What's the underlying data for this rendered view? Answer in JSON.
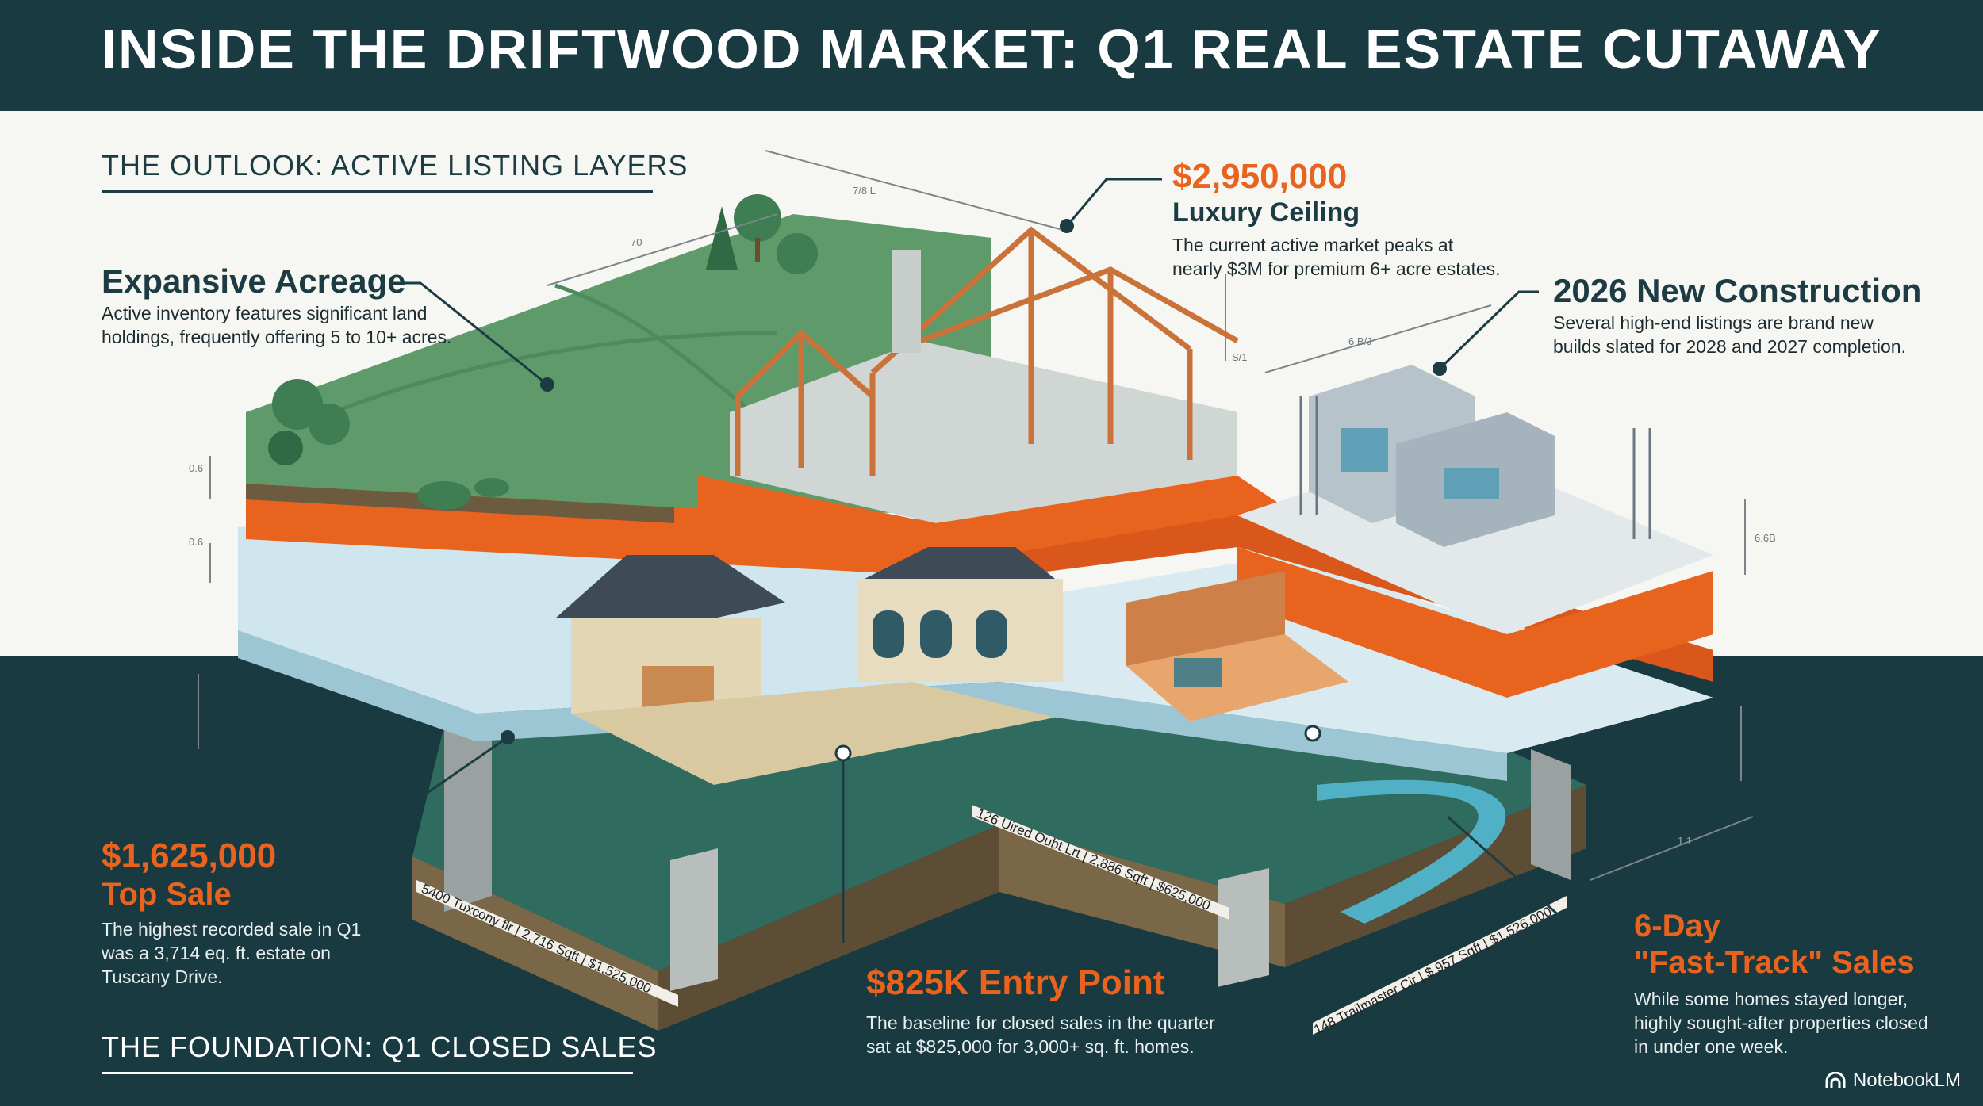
{
  "title": "INSIDE THE DRIFTWOOD MARKET: Q1 REAL ESTATE CUTAWAY",
  "sections": {
    "outlook": "THE OUTLOOK: ACTIVE LISTING LAYERS",
    "foundation": "THE FOUNDATION: Q1 CLOSED SALES"
  },
  "callouts": {
    "acreage": {
      "heading": "Expansive Acreage",
      "body_line1": "Active inventory features significant land",
      "body_line2": "holdings, frequently offering 5 to 10+ acres."
    },
    "luxury": {
      "price": "$2,950,000",
      "subheading": "Luxury Ceiling",
      "body_line1": "The current active market peaks at",
      "body_line2": "nearly $3M for premium 6+ acre estates."
    },
    "construction": {
      "heading": "2026 New Construction",
      "body_line1": "Several high-end listings are brand new",
      "body_line2": "builds slated for 2028 and 2027 completion."
    },
    "top_sale": {
      "price": "$1,625,000",
      "subheading": "Top Sale",
      "body_line1": "The highest recorded sale in Q1",
      "body_line2": "was a 3,714 eq. ft. estate on",
      "body_line3": "Tuscany Drive."
    },
    "entry": {
      "heading": "$825K Entry Point",
      "body_line1": "The baseline for closed sales in the quarter",
      "body_line2": "sat at $825,000 for 3,000+ sq. ft. homes."
    },
    "fast_track": {
      "heading_line1": "6-Day",
      "heading_line2": "\"Fast-Track\" Sales",
      "body_line1": "While some homes stayed longer,",
      "body_line2": "highly sought-after properties closed",
      "body_line3": "in under one week."
    }
  },
  "plaques": {
    "tuscany": "5400 Tuxcony flr  |  2,716 Sqft  |  $1,525,000",
    "mid": "126 Uired Oubt Lrt  |  2,886 Sqft  |  $625,000",
    "trailmaster": "148 Trailmaster Cir  |  $,957 Sqft  |  $1,526,000"
  },
  "dimension_labels": {
    "top": "7/8 L",
    "left_top": "70",
    "mid_v": "S/1",
    "right_top": "6 B/J",
    "left_1": "0.6",
    "left_2": "0.6",
    "right_1": "6.6B",
    "bottom_right": "1.1"
  },
  "brand": "NotebookLM",
  "colors": {
    "navy": "#183a40",
    "orange": "#e8641e",
    "grass": "#5e9a6a",
    "ice": "#cfe6ee",
    "soil": "#6d5b40"
  }
}
